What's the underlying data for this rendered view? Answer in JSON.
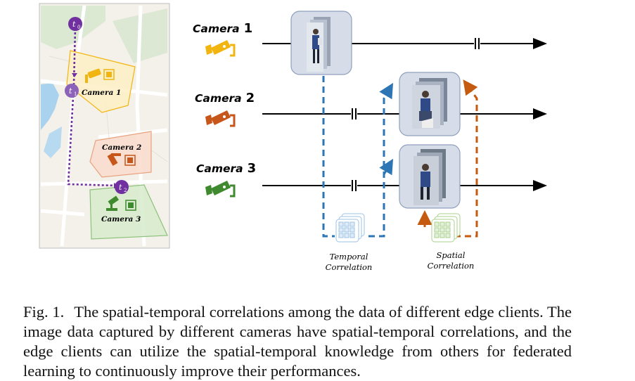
{
  "figure": {
    "map": {
      "cameras": [
        {
          "label": "Camera 1",
          "color": "#f2b40f"
        },
        {
          "label": "Camera 2",
          "color": "#c7561b"
        },
        {
          "label": "Camera 3",
          "color": "#3f8a2e"
        }
      ],
      "time_markers": [
        {
          "base": "t",
          "sub": "0"
        },
        {
          "base": "t",
          "sub": "1"
        },
        {
          "base": "t",
          "sub": "2"
        }
      ],
      "path_color": "#7030a0"
    },
    "timelines": [
      {
        "name": "Camera",
        "number": "1",
        "color": "#f2b40f"
      },
      {
        "name": "Camera",
        "number": "2",
        "color": "#c7561b"
      },
      {
        "name": "Camera",
        "number": "3",
        "color": "#3f8a2e"
      }
    ],
    "temporal_label": [
      "Temporal",
      "Correlation"
    ],
    "spatial_label": [
      "Spatial",
      "Correlation"
    ],
    "colors": {
      "temporal": "#2e75b6",
      "spatial": "#c55a11"
    }
  },
  "caption": {
    "number": "Fig. 1.",
    "text": "The spatial-temporal correlations among the data of different edge clients. The image data captured by different cameras have spatial-temporal correlations, and the edge clients can utilize the spatial-temporal knowledge from others for federated learning to continuously improve their performances."
  }
}
